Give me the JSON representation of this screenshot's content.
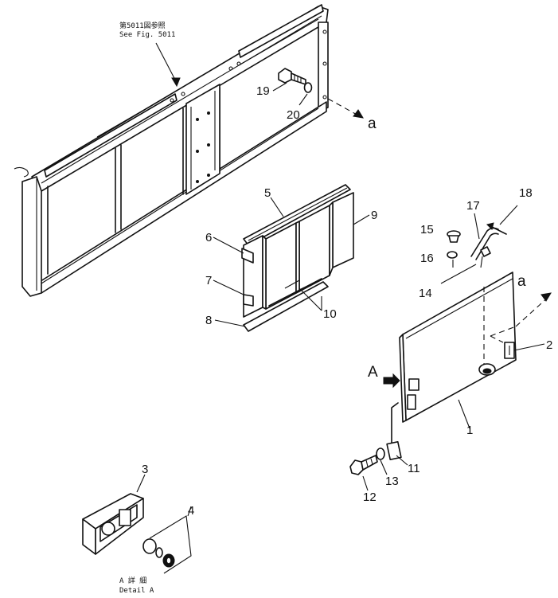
{
  "references": {
    "see_fig_jp": "第5011図参照",
    "see_fig_en": "See Fig. 5011",
    "detail_jp": "A 詳 細",
    "detail_en": "Detail A"
  },
  "view_arrows": {
    "a_top": "a",
    "a_right": "a",
    "A_view": "A"
  },
  "callouts": [
    "1",
    "2",
    "3",
    "4",
    "5",
    "6",
    "7",
    "8",
    "9",
    "10",
    "11",
    "12",
    "13",
    "14",
    "15",
    "16",
    "17",
    "18",
    "19",
    "20"
  ]
}
